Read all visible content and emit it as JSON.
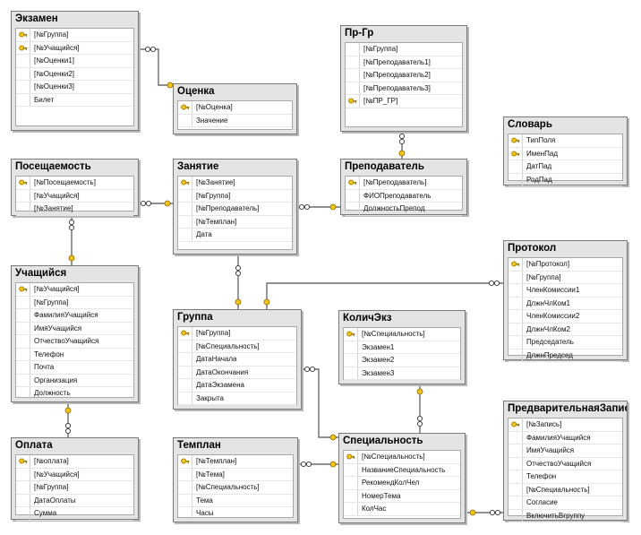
{
  "colors": {
    "key_fill": "#f0c419",
    "key_stroke": "#9a7a00",
    "link_line": "#6b6b6b",
    "link_end_key": "#f0c419"
  },
  "tables": {
    "ekzamen": {
      "title": "Экзамен",
      "fields": [
        {
          "name": "[№Группа]",
          "key": true
        },
        {
          "name": "[№Учащийся]",
          "key": true
        },
        {
          "name": "[№Оценки1]",
          "key": false
        },
        {
          "name": "[№Оценки2]",
          "key": false
        },
        {
          "name": "[№Оценки3]",
          "key": false
        },
        {
          "name": "Билет",
          "key": false
        }
      ]
    },
    "ocenka": {
      "title": "Оценка",
      "fields": [
        {
          "name": "[№Оценка]",
          "key": true
        },
        {
          "name": "Значение",
          "key": false
        }
      ]
    },
    "pr_gr": {
      "title": "Пр-Гр",
      "fields": [
        {
          "name": "[№Группа]",
          "key": false
        },
        {
          "name": "[№Преподаватель1]",
          "key": false
        },
        {
          "name": "[№Преподаватель2]",
          "key": false
        },
        {
          "name": "[№Преподаватель3]",
          "key": false
        },
        {
          "name": "[№ПР_ГР]",
          "key": true
        }
      ]
    },
    "slovar": {
      "title": "Словарь",
      "fields": [
        {
          "name": "ТипПоля",
          "key": true
        },
        {
          "name": "ИменПад",
          "key": true
        },
        {
          "name": "ДатПад",
          "key": false
        },
        {
          "name": "РодПад",
          "key": false
        }
      ]
    },
    "poseshchaemost": {
      "title": "Посещаемость",
      "fields": [
        {
          "name": "[№Посещаемость]",
          "key": true
        },
        {
          "name": "[№Учащийся]",
          "key": false
        },
        {
          "name": "[№Занятие]",
          "key": false
        }
      ]
    },
    "zanyatie": {
      "title": "Занятие",
      "fields": [
        {
          "name": "[№Занятие]",
          "key": true
        },
        {
          "name": "[№Группа]",
          "key": false
        },
        {
          "name": "[№Преподаватель]",
          "key": false
        },
        {
          "name": "[№Темплан]",
          "key": false
        },
        {
          "name": "Дата",
          "key": false
        }
      ]
    },
    "prepodavatel": {
      "title": "Преподаватель",
      "fields": [
        {
          "name": "[№Преподаватель]",
          "key": true
        },
        {
          "name": "ФИОПреподаватель",
          "key": false
        },
        {
          "name": "ДолжностьПрепод",
          "key": false
        }
      ]
    },
    "protokol": {
      "title": "Протокол",
      "fields": [
        {
          "name": "[№Протокол]",
          "key": true
        },
        {
          "name": "[№Группа]",
          "key": false
        },
        {
          "name": "ЧленКомиссии1",
          "key": false
        },
        {
          "name": "ДлжнЧлКом1",
          "key": false
        },
        {
          "name": "ЧленКомиссии2",
          "key": false
        },
        {
          "name": "ДлжнЧлКом2",
          "key": false
        },
        {
          "name": "Председатель",
          "key": false
        },
        {
          "name": "ДлжнПредсед",
          "key": false
        }
      ]
    },
    "uchashchiysya": {
      "title": "Учащийся",
      "fields": [
        {
          "name": "[№Учащийся]",
          "key": true
        },
        {
          "name": "[№Группа]",
          "key": false
        },
        {
          "name": "ФамилияУчащийся",
          "key": false
        },
        {
          "name": "ИмяУчащийся",
          "key": false
        },
        {
          "name": "ОтчествоУчащийся",
          "key": false
        },
        {
          "name": "Телефон",
          "key": false
        },
        {
          "name": "Почта",
          "key": false
        },
        {
          "name": "Организация",
          "key": false
        },
        {
          "name": "Должность",
          "key": false
        }
      ]
    },
    "gruppa": {
      "title": "Группа",
      "fields": [
        {
          "name": "[№Группа]",
          "key": true
        },
        {
          "name": "[№Специальность]",
          "key": false
        },
        {
          "name": "ДатаНачала",
          "key": false
        },
        {
          "name": "ДатаОкончания",
          "key": false
        },
        {
          "name": "ДатаЭкзамена",
          "key": false
        },
        {
          "name": "Закрыта",
          "key": false
        }
      ]
    },
    "kolichekz": {
      "title": "КоличЭкз",
      "fields": [
        {
          "name": "[№Специальность]",
          "key": true
        },
        {
          "name": "Экзамен1",
          "key": false
        },
        {
          "name": "Экзамен2",
          "key": false
        },
        {
          "name": "Экзамен3",
          "key": false
        }
      ]
    },
    "oplata": {
      "title": "Оплата",
      "fields": [
        {
          "name": "[№оплата]",
          "key": true
        },
        {
          "name": "[№Учащийся]",
          "key": false
        },
        {
          "name": "[№Группа]",
          "key": false
        },
        {
          "name": "ДатаОплаты",
          "key": false
        },
        {
          "name": "Сумма",
          "key": false
        }
      ]
    },
    "templan": {
      "title": "Темплан",
      "fields": [
        {
          "name": "[№Темплан]",
          "key": true
        },
        {
          "name": "[№Тема]",
          "key": false
        },
        {
          "name": "[№Специальность]",
          "key": false
        },
        {
          "name": "Тема",
          "key": false
        },
        {
          "name": "Часы",
          "key": false
        }
      ]
    },
    "specialnost": {
      "title": "Специальность",
      "fields": [
        {
          "name": "[№Специальность]",
          "key": true
        },
        {
          "name": "НазваниеСпециальность",
          "key": false
        },
        {
          "name": "РекомендКолЧел",
          "key": false
        },
        {
          "name": "НомерТема",
          "key": false
        },
        {
          "name": "КолЧас",
          "key": false
        }
      ]
    },
    "predvzapis": {
      "title": "ПредварительнаяЗапись",
      "fields": [
        {
          "name": "[№Запись]",
          "key": true
        },
        {
          "name": "ФамилияУчащийся",
          "key": false
        },
        {
          "name": "ИмяУчащийся",
          "key": false
        },
        {
          "name": "ОтчествоУчащийся",
          "key": false
        },
        {
          "name": "Телефон",
          "key": false
        },
        {
          "name": "[№Специальность]",
          "key": false
        },
        {
          "name": "Согласие",
          "key": false
        },
        {
          "name": "ВключитьВгруппу",
          "key": false
        }
      ]
    }
  }
}
